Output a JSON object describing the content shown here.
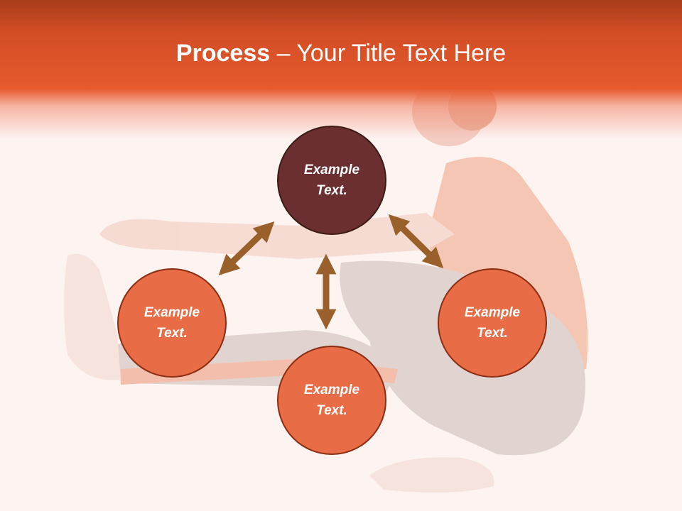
{
  "slide": {
    "title_bold": "Process",
    "title_rest": " – Your Title Text Here"
  },
  "diagram": {
    "center_node": "Example Text.",
    "left_node": "Example Text.",
    "right_node": "Example Text.",
    "bottom_node": "Example Text."
  },
  "colors": {
    "header_orange": "#e65a2e",
    "primary_circle": "#6b2f31",
    "secondary_circle": "#e86d46",
    "arrow": "#99602c"
  }
}
